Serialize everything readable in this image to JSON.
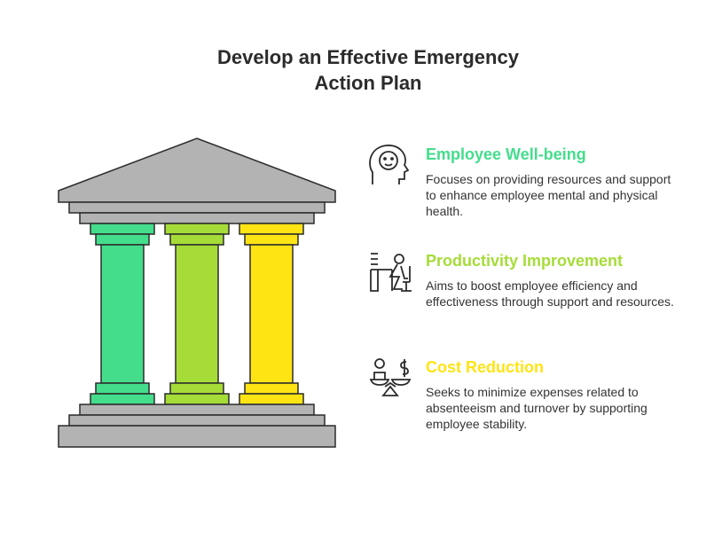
{
  "title_line1": "Develop an Effective Emergency",
  "title_line2": "Action Plan",
  "items": [
    {
      "title": "Employee Well-being",
      "text": "Focuses on providing resources and support to enhance employee mental and physical health.",
      "color": "#44dd8c",
      "icon": "head-smile-icon"
    },
    {
      "title": "Productivity Improvement",
      "text": "Aims to boost employee efficiency and effectiveness through support and resources.",
      "color": "#a6dc38",
      "icon": "person-at-desk-icon"
    },
    {
      "title": "Cost Reduction",
      "text": "Seeks to minimize expenses related to absenteeism and turnover by supporting employee stability.",
      "color": "#ffe414",
      "icon": "balance-scale-icon"
    }
  ]
}
